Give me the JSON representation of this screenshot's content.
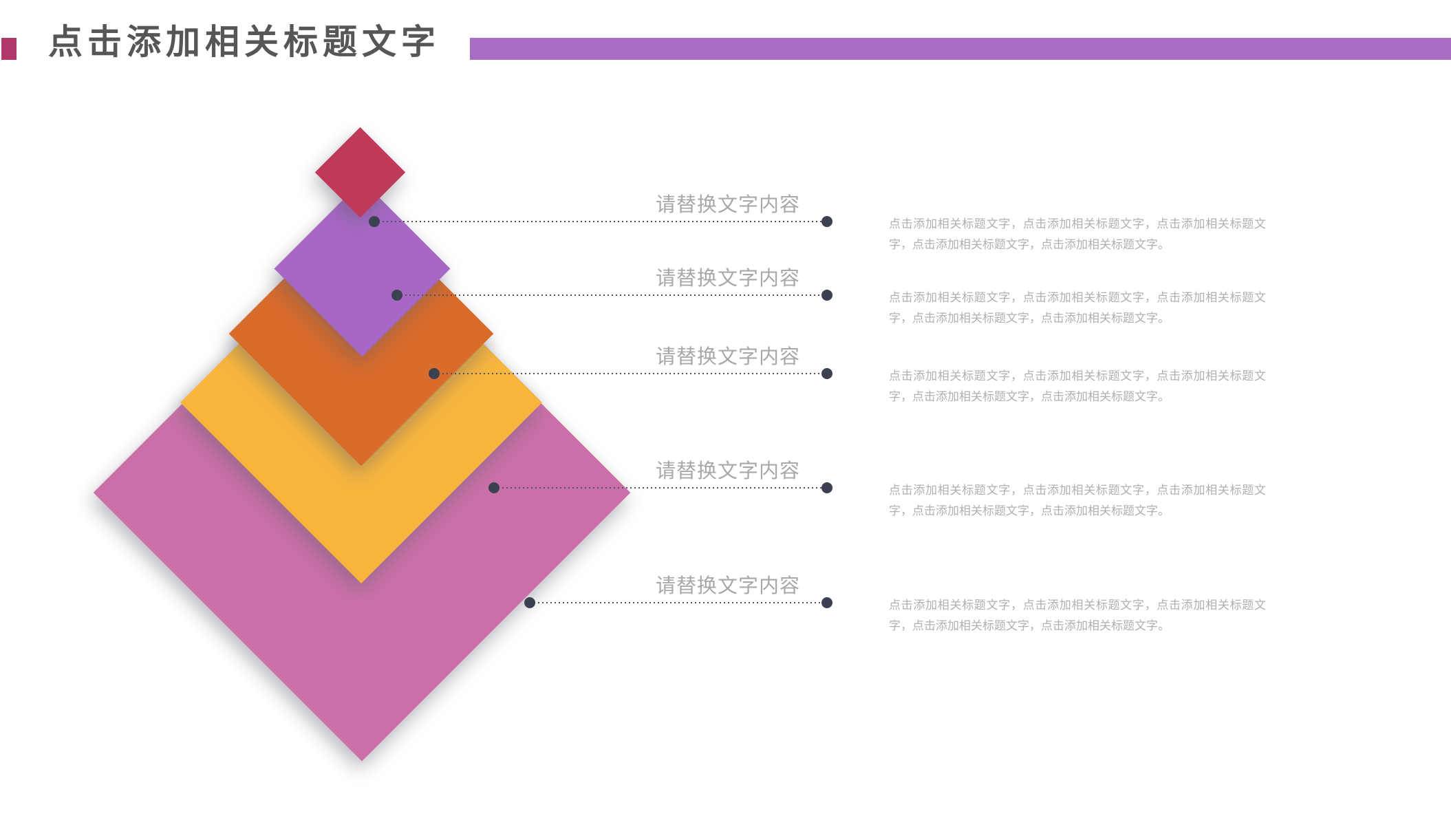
{
  "header": {
    "title": "点击添加相关标题文字",
    "title_color": "#565656",
    "bullet_color": "#b2386b",
    "bar_color": "#a76cc3"
  },
  "pyramid": {
    "levels": [
      {
        "name": "level-1-top",
        "color": "#bf3a58"
      },
      {
        "name": "level-2",
        "color": "#a767c5"
      },
      {
        "name": "level-3",
        "color": "#d96b2b"
      },
      {
        "name": "level-4",
        "color": "#f7b53e"
      },
      {
        "name": "level-5-bottom",
        "color": "#ca70a8"
      }
    ],
    "connector_dot_color": "#3b4150",
    "leader_line_color": "#4b505e"
  },
  "text_colors": {
    "label": "#a8a8a8",
    "body": "#b0b0b0"
  },
  "rows": [
    {
      "label": "请替换文字内容",
      "body": "点击添加相关标题文字，点击添加相关标题文字，点击添加相关标题文字，点击添加相关标题文字，点击添加相关标题文字。"
    },
    {
      "label": "请替换文字内容",
      "body": "点击添加相关标题文字，点击添加相关标题文字，点击添加相关标题文字，点击添加相关标题文字，点击添加相关标题文字。"
    },
    {
      "label": "请替换文字内容",
      "body": "点击添加相关标题文字，点击添加相关标题文字，点击添加相关标题文字，点击添加相关标题文字，点击添加相关标题文字。"
    },
    {
      "label": "请替换文字内容",
      "body": "点击添加相关标题文字，点击添加相关标题文字，点击添加相关标题文字，点击添加相关标题文字，点击添加相关标题文字。"
    },
    {
      "label": "请替换文字内容",
      "body": "点击添加相关标题文字，点击添加相关标题文字，点击添加相关标题文字，点击添加相关标题文字，点击添加相关标题文字。"
    }
  ]
}
